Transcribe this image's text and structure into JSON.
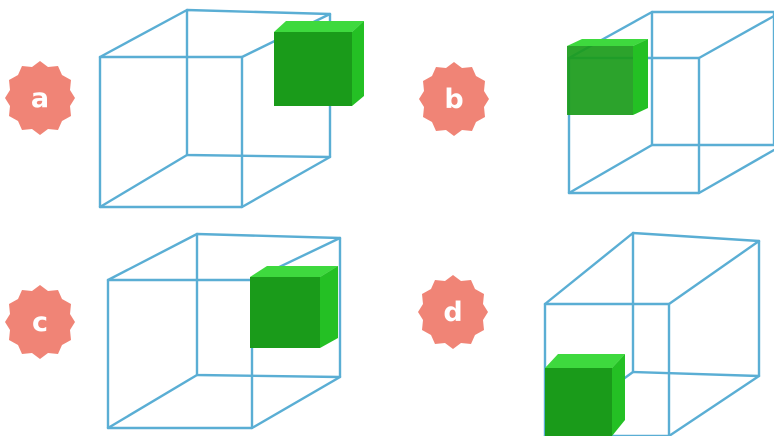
{
  "colors": {
    "wire": "#5aaed4",
    "badge": "#f08476",
    "badge_text": "#ffffff",
    "cube_front": "#1a9b1a",
    "cube_top": "#3ed93e",
    "cube_side": "#24c024",
    "background": "#ffffff"
  },
  "options": [
    {
      "label": "a",
      "shape": "wireframe-box-with-green-cube"
    },
    {
      "label": "b",
      "shape": "wireframe-box-with-green-cube"
    },
    {
      "label": "c",
      "shape": "wireframe-box-with-green-cube"
    },
    {
      "label": "d",
      "shape": "wireframe-box-with-green-cube"
    }
  ]
}
